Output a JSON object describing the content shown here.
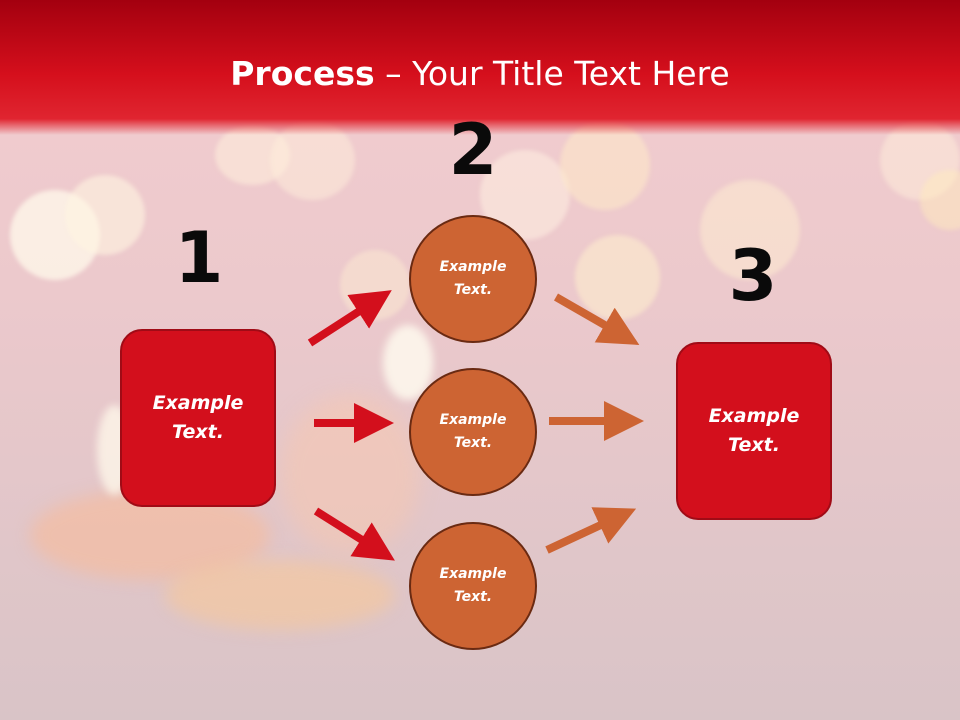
{
  "title": {
    "bold": "Process",
    "rest": " – Your Title Text Here"
  },
  "steps": [
    {
      "number": "1",
      "label": "Example\nText."
    },
    {
      "number": "2",
      "items": [
        "Example\nText.",
        "Example\nText.",
        "Example\nText."
      ]
    },
    {
      "number": "3",
      "label": "Example\nText."
    }
  ],
  "colors": {
    "red": "#d30f1c",
    "orange": "#cd6433",
    "header": "#d50f1c"
  }
}
